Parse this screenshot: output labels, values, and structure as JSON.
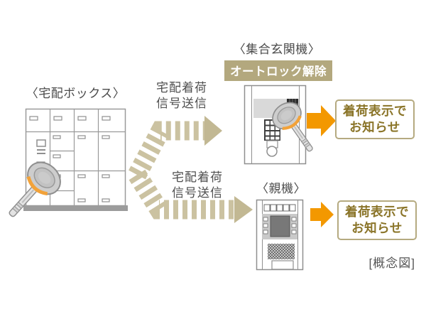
{
  "labels": {
    "delivery_box": "〈宅配ボックス〉",
    "entrance_unit": "〈集合玄関機〉",
    "parent_unit": "〈親機〉",
    "caption": "[概念図]"
  },
  "badges": {
    "autolock": "オートロック解除"
  },
  "signals": {
    "to_entrance": {
      "line1": "宅配着荷",
      "line2": "信号送信"
    },
    "to_parent": {
      "line1": "宅配着荷",
      "line2": "信号送信"
    }
  },
  "notifications": {
    "entrance": {
      "line1": "着荷表示で",
      "line2": "お知らせ"
    },
    "parent": {
      "line1": "着荷表示で",
      "line2": "お知らせ"
    }
  },
  "icons": {
    "striped_arrow_up": "striped-arrow-to-entrance",
    "striped_arrow_down": "striped-arrow-to-parent",
    "orange_arrow": "orange-right-arrow",
    "key_fob": "key-fob"
  },
  "colors": {
    "accent_orange": "#f39800",
    "stripe_tan": "#cbc2a1",
    "arrowhead_tan": "#c2b893",
    "badge_bg": "#b3a87e",
    "notify_border": "#b5aa80",
    "notify_text": "#8a7428",
    "outline_gray": "#8f8f8f"
  }
}
